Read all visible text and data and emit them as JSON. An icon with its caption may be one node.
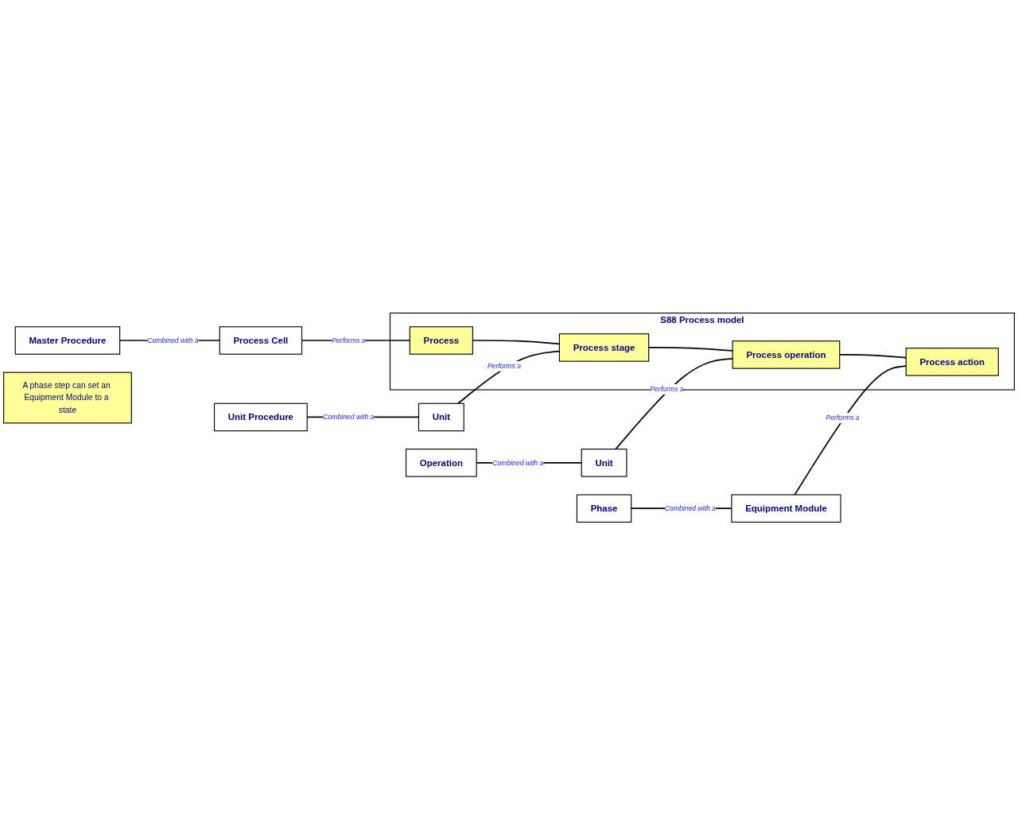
{
  "diagram": {
    "nodes": [
      {
        "text": [
          "Master Procedure"
        ]
      },
      {
        "text": [
          "Process Cell"
        ]
      },
      {
        "text": [
          "S88 Process model"
        ]
      },
      {
        "text": [
          "Process"
        ],
        "in": 2
      },
      {
        "text": [
          "Unit Procedure"
        ]
      },
      {
        "text": [
          "Unit"
        ]
      },
      {
        "text": [
          "Process stage"
        ],
        "in": 2
      },
      {
        "text": [
          "Operation"
        ]
      },
      {
        "text": [
          "Unit"
        ]
      },
      {
        "text": [
          "Process operation"
        ],
        "in": 2
      },
      {
        "text": [
          "A phase step can set an Equipment Module to a state"
        ]
      },
      {
        "text": [
          "Phase"
        ]
      },
      {
        "text": [
          "Equipment Module"
        ]
      },
      {
        "text": [
          "Process action"
        ],
        "in": 2
      }
    ],
    "edges": [
      {
        "from": 0,
        "to": 1,
        "arrow": "none",
        "label": "Combined with a"
      },
      {
        "from": 1,
        "to": 3,
        "arrow": "none",
        "label": "Performs a"
      },
      {
        "from": 3,
        "to": 6,
        "arrow": "none"
      },
      {
        "from": 4,
        "to": 5,
        "arrow": "none",
        "label": "Combined with a"
      },
      {
        "from": 5,
        "to": 6,
        "arrow": "none",
        "label": "Performs a"
      },
      {
        "from": 6,
        "to": 9,
        "arrow": "none"
      },
      {
        "from": 7,
        "to": 8,
        "arrow": "none",
        "label": "Combined with a"
      },
      {
        "from": 8,
        "to": 9,
        "arrow": "none",
        "label": "Performs a"
      },
      {
        "from": 9,
        "to": 13,
        "arrow": "none"
      },
      {
        "from": 11,
        "to": 12,
        "arrow": "none",
        "label": "Combined with a"
      },
      {
        "from": 12,
        "to": 13,
        "arrow": "none",
        "label": "Performs a"
      }
    ]
  }
}
